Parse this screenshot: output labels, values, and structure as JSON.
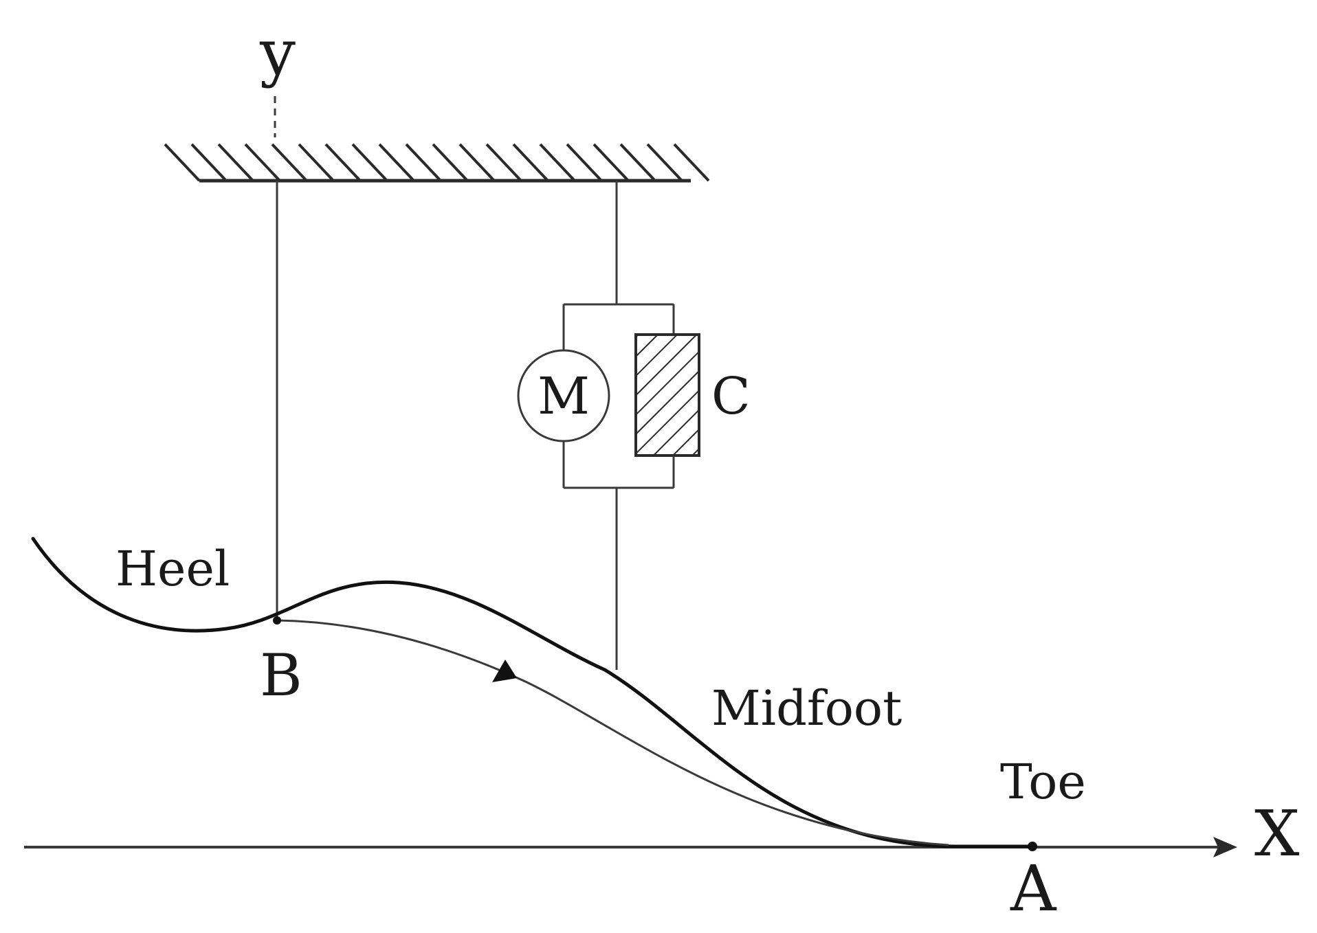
{
  "labels": {
    "y_axis": "y",
    "x_axis": "X",
    "heel": "Heel",
    "midfoot": "Midfoot",
    "toe": "Toe",
    "point_b": "B",
    "point_a": "A",
    "motor": "M",
    "damper": "C"
  },
  "colors": {
    "line": "#3a3a3a",
    "curve": "#111111",
    "background": "#ffffff"
  }
}
